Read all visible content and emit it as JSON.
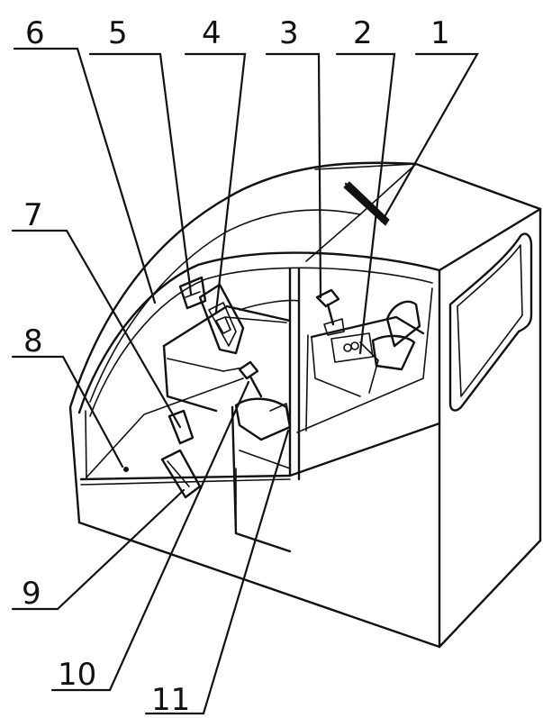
{
  "callouts": [
    {
      "id": "c1",
      "label": "1"
    },
    {
      "id": "c2",
      "label": "2"
    },
    {
      "id": "c3",
      "label": "3"
    },
    {
      "id": "c4",
      "label": "4"
    },
    {
      "id": "c5",
      "label": "5"
    },
    {
      "id": "c6",
      "label": "6"
    },
    {
      "id": "c7",
      "label": "7"
    },
    {
      "id": "c8",
      "label": "8"
    },
    {
      "id": "c9",
      "label": "9"
    },
    {
      "id": "c10",
      "label": "10"
    },
    {
      "id": "c11",
      "label": "11"
    }
  ],
  "colors": {
    "line": "#111111",
    "background": "#ffffff"
  }
}
